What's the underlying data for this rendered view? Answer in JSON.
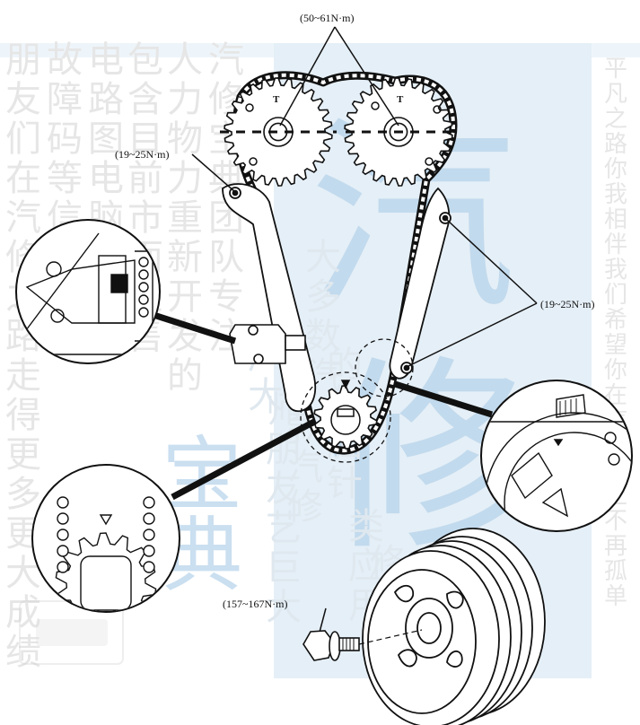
{
  "labels": {
    "torque_top": "(50~61N·m)",
    "torque_left": "(19~25N·m)",
    "torque_right": "(19~25N·m)",
    "torque_bolt": "(157~167N·m)",
    "cam_mark_left": "T",
    "cam_mark_right": "T"
  },
  "watermark": {
    "big_char_1": "汽",
    "big_char_2": "修",
    "mid_char_1": "宝",
    "mid_char_2": "典",
    "columns": [
      "平凡之路你我相伴我们希望你在汽修路上不再孤单",
      "朋友们在汽修之路走得更多更大成绩",
      "故障码等信息帮",
      "电路图电脑编",
      "包含目前市面在售",
      "人力物力重新开发的",
      "汽修宝典团队专注",
      "产大",
      "师朋友艺巨大",
      "款汽修",
      "大多数汽",
      "的电脑针",
      "类应用",
      "修手册"
    ]
  },
  "colors": {
    "watermark_blue": "#b4d2ea",
    "watermark_gray": "#ececec",
    "line": "#111111"
  }
}
